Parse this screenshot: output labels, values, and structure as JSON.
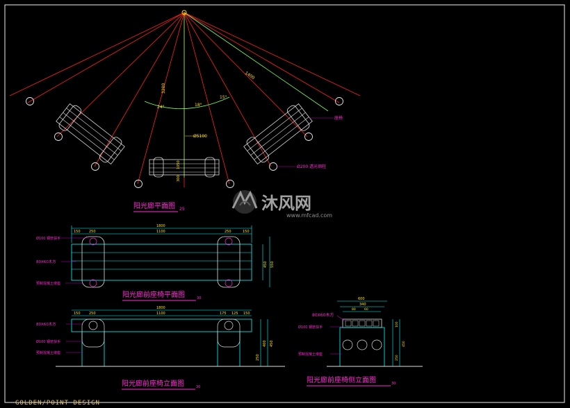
{
  "titles": {
    "plan": "阳光廊平面图",
    "bench_plan": "阳光廊前座椅平面图",
    "bench_elev": "阳光廊前座椅立面图",
    "bench_side": "阳光廊前座椅侧立面图"
  },
  "scales": {
    "plan": "25",
    "bench_plan": "30",
    "bench_elev": "30",
    "bench_side": "30"
  },
  "plan_dims": {
    "r1": "3200",
    "r2": "1400",
    "a1": "24°",
    "a2": "18°",
    "a3": "15°",
    "d1": "Ø5100",
    "d2": "1050",
    "d3": "300"
  },
  "notes": {
    "pole": "Ø200 透光钢柱",
    "seat": "座椅",
    "steel_tube": "Ø100 钢管扶手",
    "timber": "80X60木方",
    "base": "预制混凝土墩座"
  },
  "bench_plan_dims": {
    "overall": "1800",
    "inner": "1100",
    "s1": "150",
    "s2": "250",
    "s3": "150",
    "right_a": "250",
    "right_b": "150",
    "depth": "450",
    "depth2": "550"
  },
  "bench_elev_dims": {
    "overall": "1800",
    "inner": "1100",
    "h1": "250",
    "h2": "400",
    "h3": "450",
    "s1": "150",
    "s2": "250",
    "s3": "175",
    "s4": "125",
    "s5": "150"
  },
  "bench_side_dims": {
    "overall": "600",
    "inner": "340",
    "w1": "80",
    "w2": "60",
    "h1": "100",
    "h2": "450",
    "h3": "250"
  },
  "watermark": {
    "brand": "沐风网",
    "url": "www.mfcad.com"
  },
  "footer": "GOLDEN/POINT DESIGN"
}
